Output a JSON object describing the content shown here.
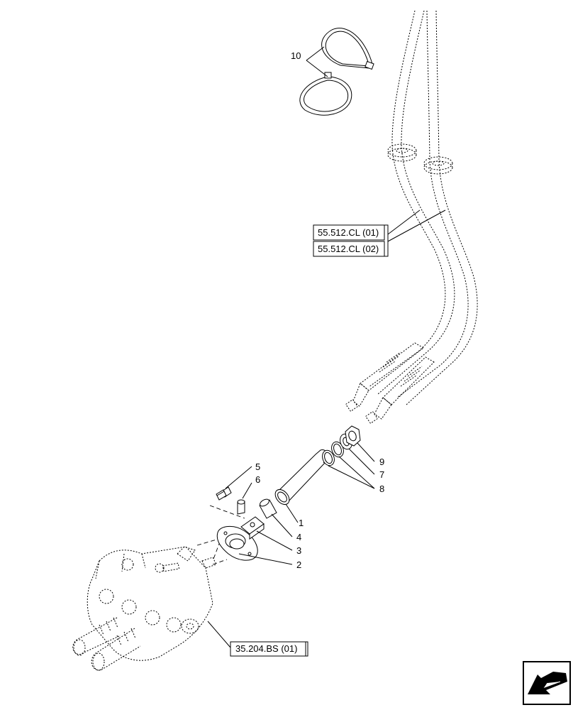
{
  "callouts": {
    "c1": "1",
    "c2": "2",
    "c3": "3",
    "c4": "4",
    "c5": "5",
    "c6": "6",
    "c7": "7",
    "c8": "8",
    "c9": "9",
    "c10": "10"
  },
  "references": {
    "ref_cl01": "55.512.CL (01)",
    "ref_cl02": "55.512.CL (02)",
    "ref_bs01": "35.204.BS (01)"
  },
  "nav_icon": "arrow-left-in-box-icon"
}
